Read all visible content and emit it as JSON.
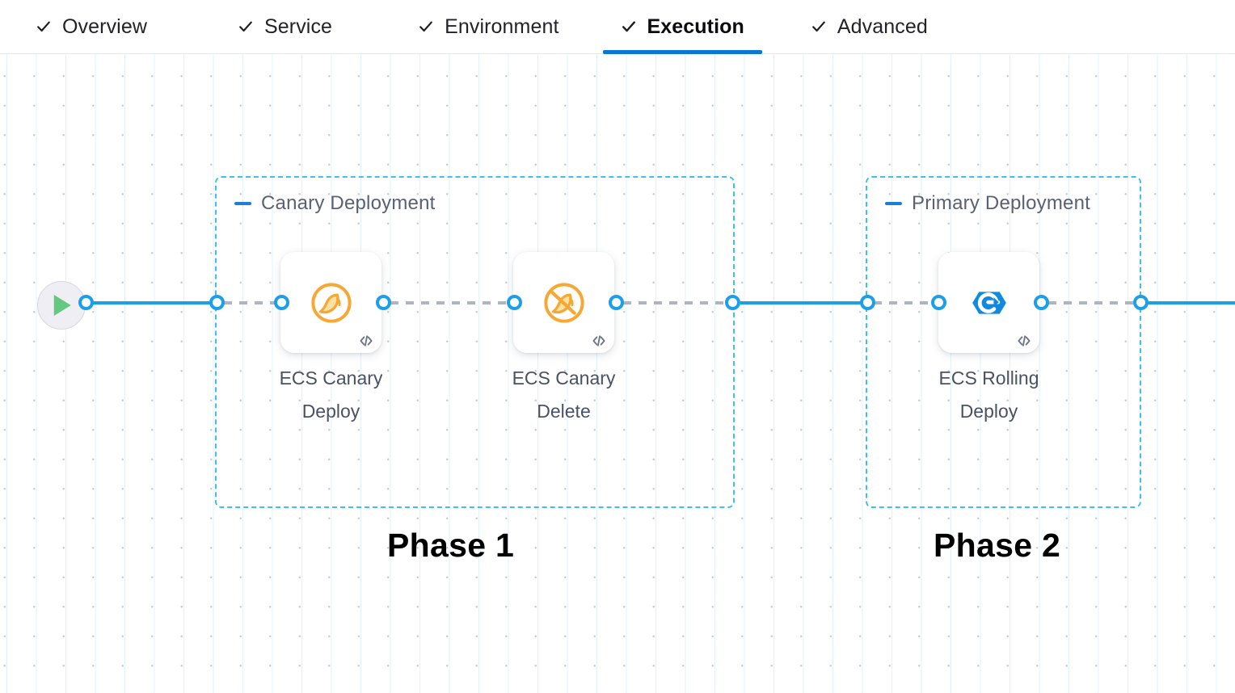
{
  "tabs": [
    {
      "id": "overview",
      "label": "Overview",
      "icon": "check-icon",
      "active": false
    },
    {
      "id": "service",
      "label": "Service",
      "icon": "check-icon",
      "active": false
    },
    {
      "id": "environment",
      "label": "Environment",
      "icon": "check-icon",
      "active": false
    },
    {
      "id": "execution",
      "label": "Execution",
      "icon": "check-icon",
      "active": true
    },
    {
      "id": "advanced",
      "label": "Advanced",
      "icon": "check-icon",
      "active": false
    }
  ],
  "canvas": {
    "start_node": {
      "icon": "play-icon",
      "label": ""
    },
    "groups": [
      {
        "id": "canary",
        "title": "Canary Deployment",
        "collapse_icon": "minus-icon"
      },
      {
        "id": "primary",
        "title": "Primary Deployment",
        "collapse_icon": "minus-icon"
      }
    ],
    "nodes": [
      {
        "id": "canary-deploy",
        "label": "ECS Canary\nDeploy",
        "icon": "canary-bird-icon",
        "badge_icon": "code-icon"
      },
      {
        "id": "canary-delete",
        "label": "ECS Canary\nDelete",
        "icon": "canary-bird-delete-icon",
        "badge_icon": "code-icon"
      },
      {
        "id": "rolling-deploy",
        "label": "ECS Rolling\nDeploy",
        "icon": "rolling-deploy-icon",
        "badge_icon": "code-icon"
      }
    ],
    "annotations": [
      {
        "id": "phase-1",
        "text": "Phase 1"
      },
      {
        "id": "phase-2",
        "text": "Phase 2"
      }
    ]
  },
  "colors": {
    "accent_blue": "#1c9fe8",
    "active_tab_underline": "#0b77d4",
    "group_border": "#3fc0f0",
    "canary_orange": "#f7a733",
    "rolling_blue": "#1089e0",
    "play_green": "#63c97f",
    "edge_dashed": "#b0b4bf",
    "label_text": "#4a5164",
    "group_title_text": "#5a6076"
  }
}
